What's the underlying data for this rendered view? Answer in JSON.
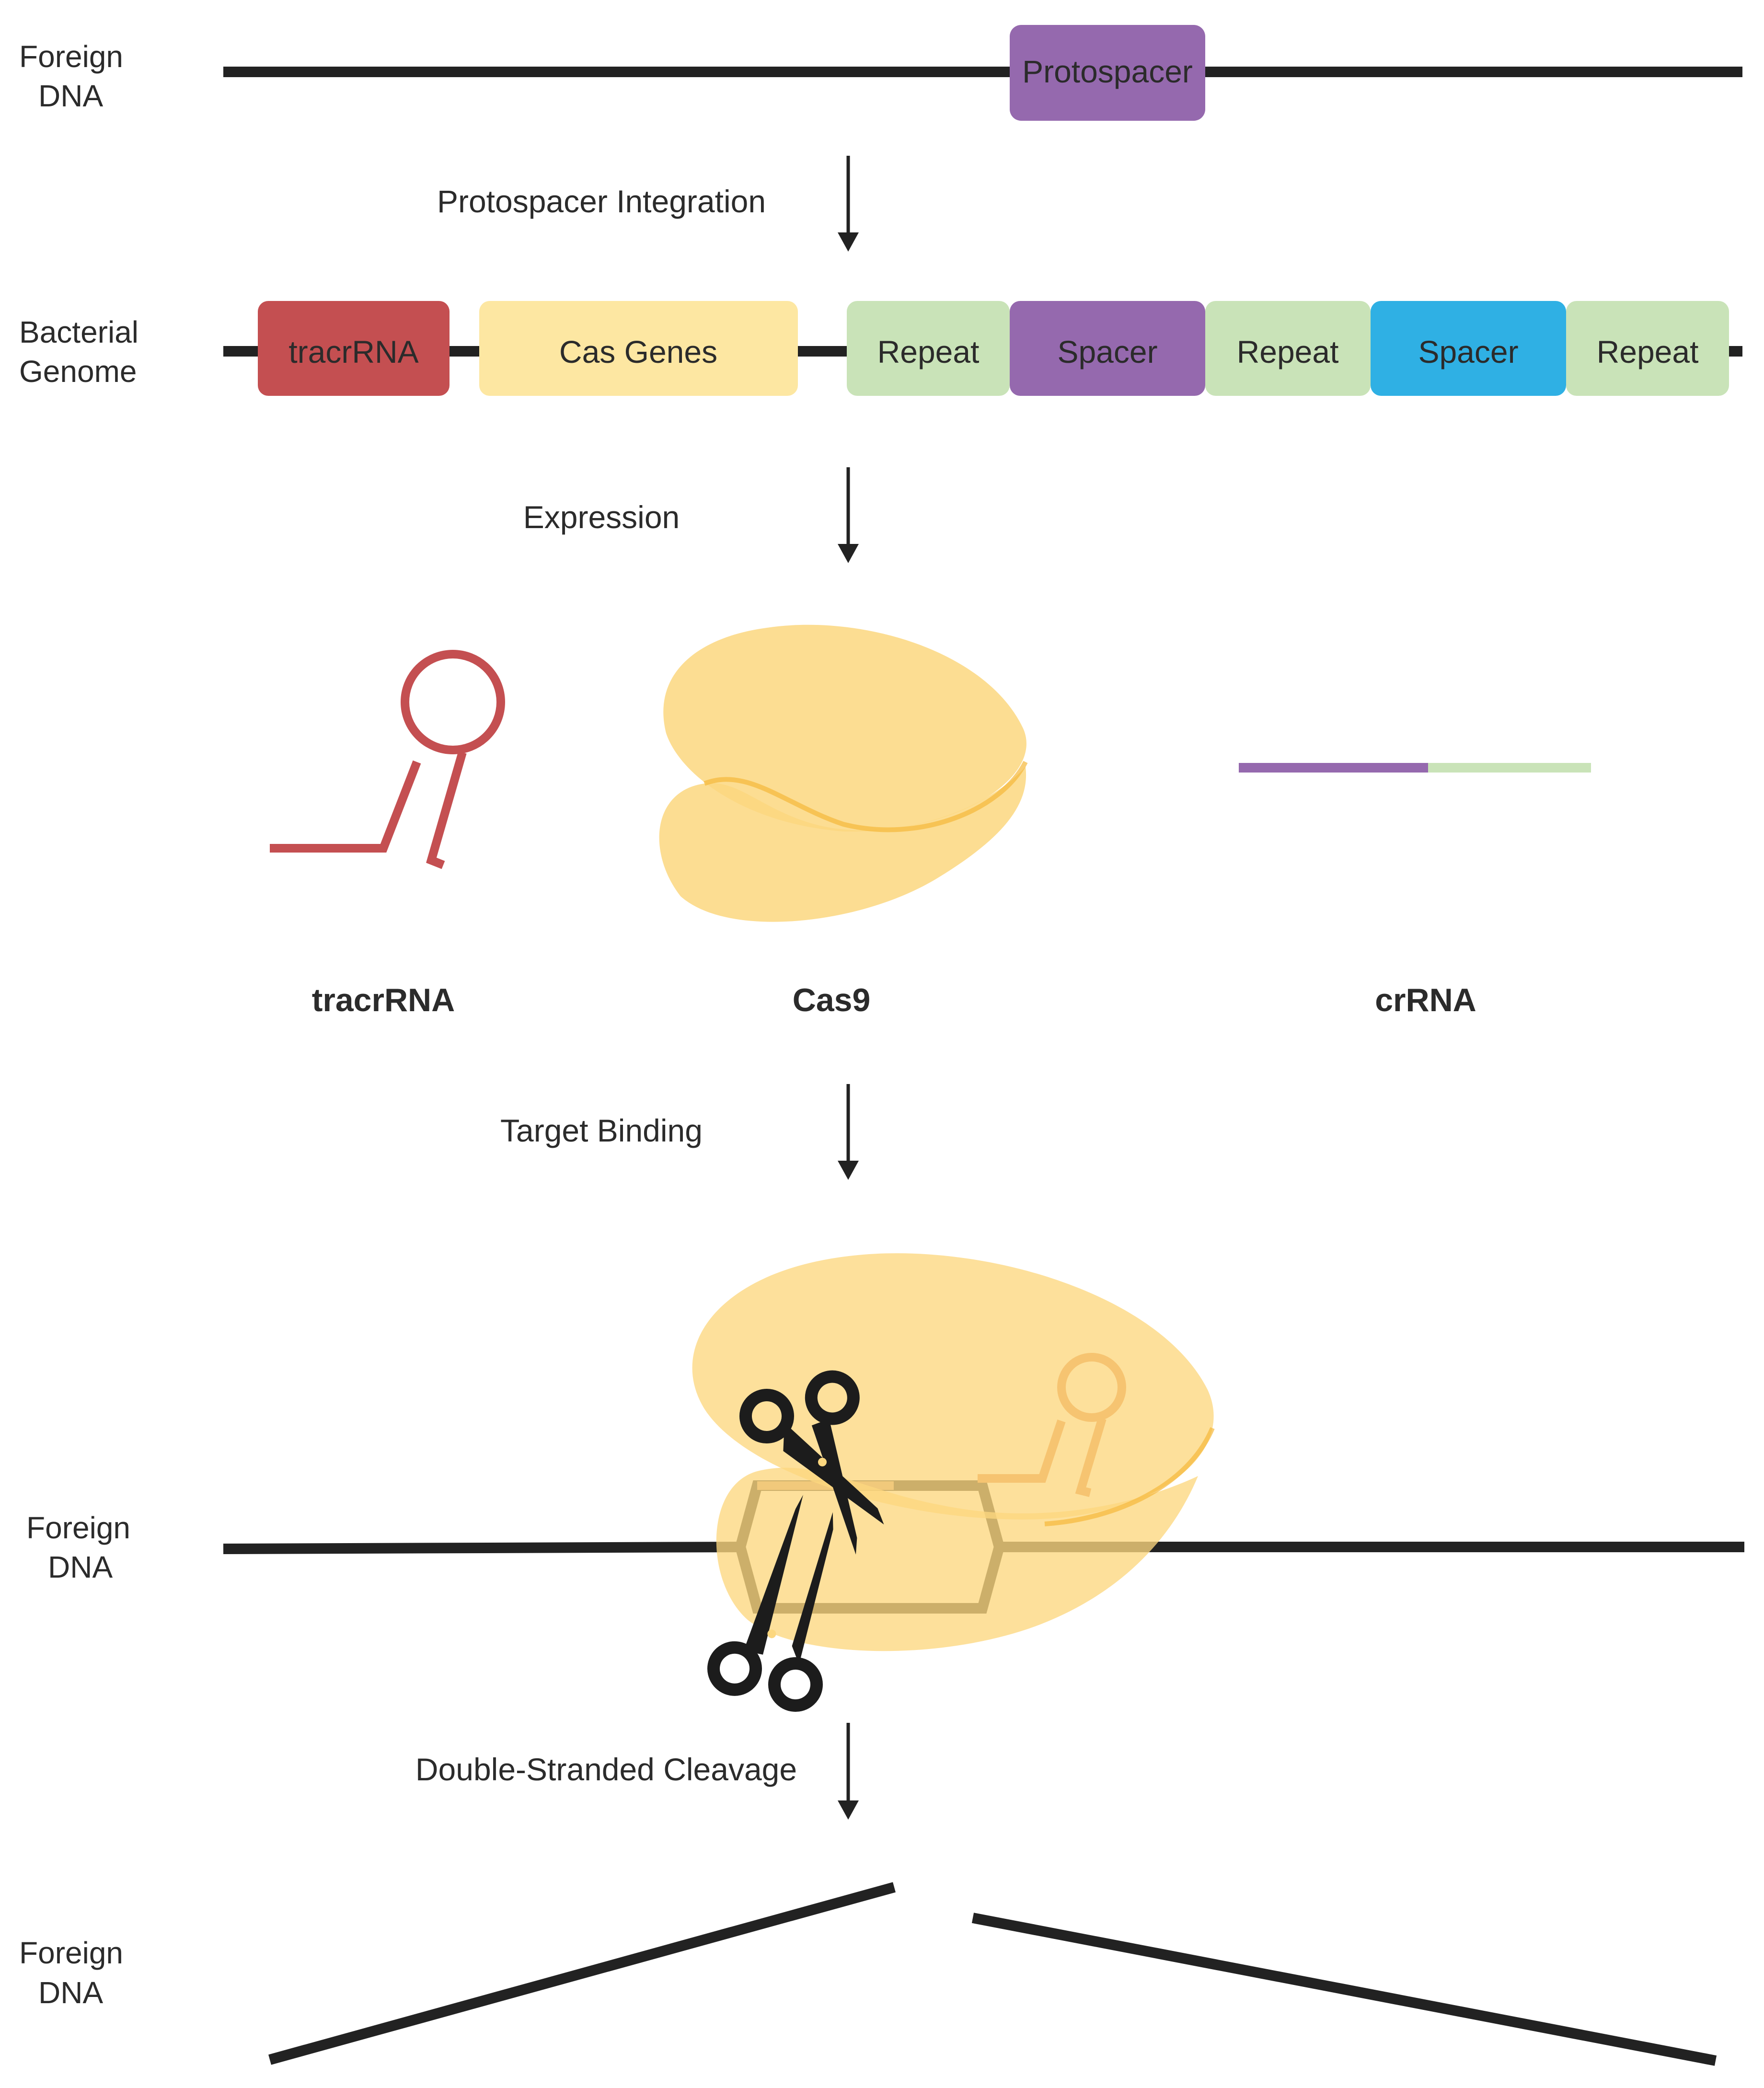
{
  "sections": {
    "foreign_dna_1": {
      "line1": "Foreign",
      "line2": "DNA"
    },
    "bacterial_genome": {
      "line1": "Bacterial",
      "line2": "Genome"
    },
    "foreign_dna_2": {
      "line1": "Foreign",
      "line2": "DNA"
    },
    "foreign_dna_3": {
      "line1": "Foreign",
      "line2": "DNA"
    }
  },
  "protospacer": {
    "label": "Protospacer",
    "color": "#9569ae"
  },
  "steps": {
    "integration": "Protospacer Integration",
    "expression": "Expression",
    "binding": "Target Binding",
    "cleavage": "Double-Stranded Cleavage"
  },
  "genome_blocks": [
    {
      "label": "tracrRNA",
      "color": "#c44f51"
    },
    {
      "label": "Cas Genes",
      "color": "#fde7a2"
    },
    {
      "label": "Repeat",
      "color": "#c9e3b8"
    },
    {
      "label": "Spacer",
      "color": "#9569ae"
    },
    {
      "label": "Repeat",
      "color": "#c9e3b8"
    },
    {
      "label": "Spacer",
      "color": "#2fb0e4"
    },
    {
      "label": "Repeat",
      "color": "#c9e3b8"
    }
  ],
  "components": {
    "tracrrna": "tracrRNA",
    "cas9": "Cas9",
    "crrna": "crRNA"
  },
  "colors": {
    "dna": "#222222",
    "cas9": "#fcd77f",
    "cas9_edge": "#f5b83a",
    "tracrrna": "#c44f51",
    "tracrrna_bound": "#e07e3f",
    "crrna_spacer": "#9569ae",
    "crrna_repeat": "#c9e3b8"
  },
  "icons": [
    "scissors-icon",
    "scissors-icon"
  ]
}
